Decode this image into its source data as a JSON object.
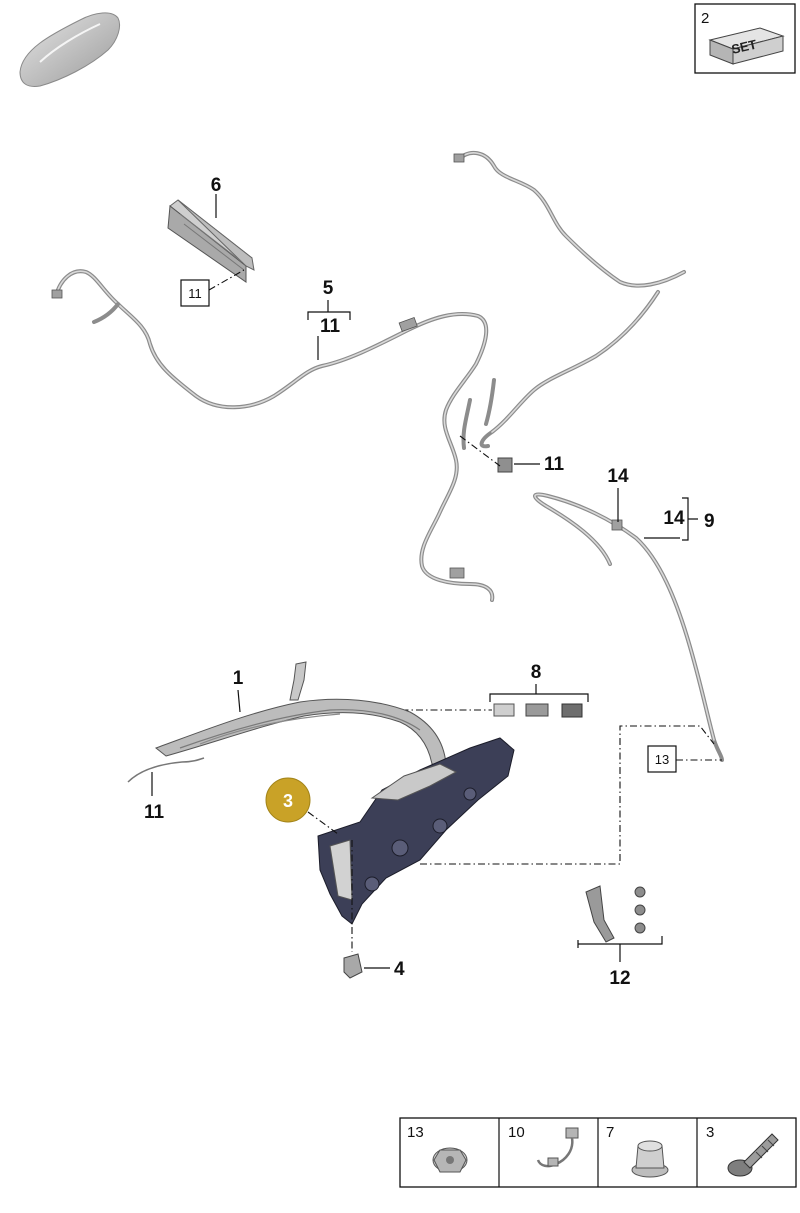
{
  "callouts": {
    "c1": "1",
    "c3": "3",
    "c4": "4",
    "c5": "5",
    "c5_11": "11",
    "c6": "6",
    "c6_box11": "11",
    "c8": "8",
    "c9": "9",
    "c11_mid": "11",
    "c11_left": "11",
    "c12": "12",
    "c13_box": "13",
    "c14_top": "14",
    "c14_bracket": "14"
  },
  "set_box": {
    "number": "2",
    "label": "SET"
  },
  "legend": {
    "cells": [
      {
        "number": "13",
        "icon": "flange-nut-icon"
      },
      {
        "number": "10",
        "icon": "wire-connector-icon"
      },
      {
        "number": "7",
        "icon": "rivet-nut-icon"
      },
      {
        "number": "3",
        "icon": "screw-icon"
      }
    ]
  },
  "colors": {
    "highlight_badge": "#c9a227",
    "frame_part": "#3c3f57",
    "harness": "#8c8c8c"
  }
}
